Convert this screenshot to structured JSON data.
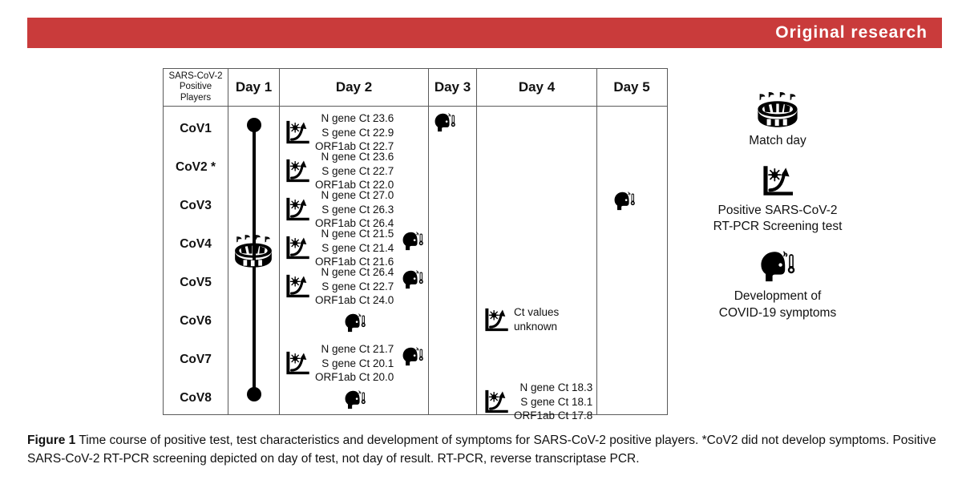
{
  "banner": {
    "title": "Original research",
    "color": "#c93b3b"
  },
  "table": {
    "columns": [
      {
        "key": "players",
        "label": "SARS-CoV-2\nPositive\nPlayers"
      },
      {
        "key": "day1",
        "label": "Day 1"
      },
      {
        "key": "day2",
        "label": "Day 2"
      },
      {
        "key": "day3",
        "label": "Day 3"
      },
      {
        "key": "day4",
        "label": "Day 4"
      },
      {
        "key": "day5",
        "label": "Day 5"
      }
    ],
    "header": {
      "players_line1": "SARS-CoV-2",
      "players_line2": "Positive",
      "players_line3": "Players",
      "day1": "Day 1",
      "day2": "Day 2",
      "day3": "Day 3",
      "day4": "Day 4",
      "day5": "Day 5"
    },
    "rows": [
      {
        "player": "CoV1",
        "day2_ct": [
          "N gene Ct 23.6",
          "S gene Ct 22.9",
          "ORF1ab Ct 22.7"
        ],
        "day2_symptom": false,
        "day3_symptom": true,
        "day4_ct": [],
        "day5_symptom": false
      },
      {
        "player": "CoV2 *",
        "day2_ct": [
          "N gene Ct 23.6",
          "S gene Ct 22.7",
          "ORF1ab Ct 22.0"
        ],
        "day2_symptom": false,
        "day3_symptom": false,
        "day4_ct": [],
        "day5_symptom": false
      },
      {
        "player": "CoV3",
        "day2_ct": [
          "N gene Ct 27.0",
          "S gene Ct 26.3",
          "ORF1ab Ct 26.4"
        ],
        "day2_symptom": false,
        "day3_symptom": false,
        "day4_ct": [],
        "day5_symptom": true
      },
      {
        "player": "CoV4",
        "day2_ct": [
          "N gene Ct 21.5",
          "S gene Ct 21.4",
          "ORF1ab Ct 21.6"
        ],
        "day2_symptom": true,
        "day3_symptom": false,
        "day4_ct": [],
        "day5_symptom": false
      },
      {
        "player": "CoV5",
        "day2_ct": [
          "N gene Ct 26.4",
          "S gene Ct 22.7",
          "ORF1ab Ct 24.0"
        ],
        "day2_symptom": true,
        "day3_symptom": false,
        "day4_ct": [],
        "day5_symptom": false
      },
      {
        "player": "CoV6",
        "day2_ct": [],
        "day2_symptom": true,
        "day3_symptom": false,
        "day4_ct": [
          "Ct values",
          "unknown"
        ],
        "day5_symptom": false
      },
      {
        "player": "CoV7",
        "day2_ct": [
          "N gene Ct 21.7",
          "S gene Ct 20.1",
          "ORF1ab Ct 20.0"
        ],
        "day2_symptom": true,
        "day3_symptom": false,
        "day4_ct": [],
        "day5_symptom": false
      },
      {
        "player": "CoV8",
        "day2_ct": [],
        "day2_symptom": true,
        "day3_symptom": false,
        "day4_ct": [
          "N gene Ct 18.3",
          "S gene Ct 18.1",
          "ORF1ab Ct 17.8"
        ],
        "day5_symptom": false
      }
    ]
  },
  "legend": {
    "items": [
      {
        "icon": "stadium-icon",
        "label_line1": "Match day",
        "label_line2": ""
      },
      {
        "icon": "pcr-curve-icon",
        "label_line1": "Positive SARS-CoV-2",
        "label_line2": "RT-PCR Screening test"
      },
      {
        "icon": "head-thermometer-icon",
        "label_line1": "Development of",
        "label_line2": "COVID-19 symptoms"
      }
    ]
  },
  "caption": {
    "label": "Figure 1",
    "text": "Time course of positive test, test characteristics and development of symptoms for SARS-CoV-2 positive players. *CoV2 did not develop symptoms. Positive SARS-CoV-2 RT-PCR screening depicted on day of test, not day of result. RT-PCR, reverse transcriptase PCR."
  }
}
